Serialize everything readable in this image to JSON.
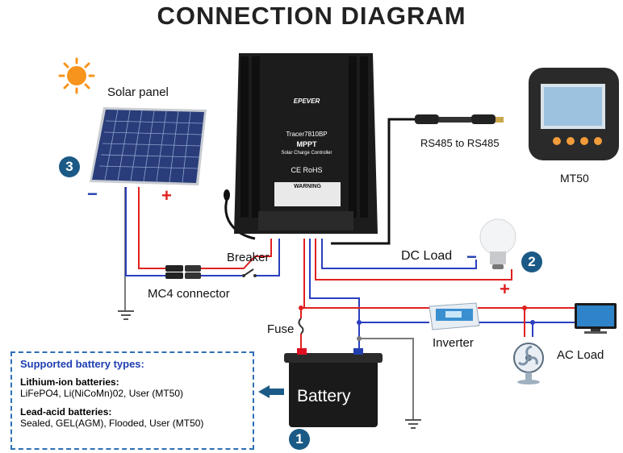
{
  "title": "CONNECTION DIAGRAM",
  "labels": {
    "solar_panel": "Solar panel",
    "rs485": "RS485 to RS485",
    "mt50": "MT50",
    "dc_load": "DC Load",
    "breaker": "Breaker",
    "mc4": "MC4 connector",
    "fuse": "Fuse",
    "inverter": "Inverter",
    "ac_load": "AC Load",
    "battery": "Battery"
  },
  "steps": [
    "1",
    "2",
    "3"
  ],
  "signs": {
    "minus": "−",
    "plus": "+"
  },
  "controller": {
    "brand": "EPEVER",
    "model": "Tracer7810BP",
    "type": "MPPT",
    "subtitle": "Solar Charge Controller",
    "certs": "CE RoHS",
    "warning": "WARNING"
  },
  "battery_info": {
    "heading": "Supported battery types:",
    "lithium_title": "Lithium-ion batteries:",
    "lithium_list": "LiFePO4, Li(NiCoMn)02, User (MT50)",
    "lead_title": "Lead-acid batteries:",
    "lead_list": "Sealed, GEL(AGM), Flooded,  User (MT50)"
  },
  "colors": {
    "positive_wire": "#e02020",
    "negative_wire": "#2a3fbf",
    "ground_wire": "#7a7a7a",
    "step_badge": "#1b5a86",
    "arrow": "#1b5a86",
    "sun": "#f7941d",
    "controller_body": "#1c1c1c",
    "battery_body": "#1a1a1a"
  },
  "icons": [
    "sun-icon",
    "solar-panel-icon",
    "controller-icon",
    "display-unit-icon",
    "bulb-icon",
    "battery-icon",
    "inverter-icon",
    "monitor-icon",
    "fan-icon",
    "ground-icon",
    "fuse-icon",
    "breaker-icon",
    "mc4-connector-icon",
    "cable-icon",
    "arrow-icon"
  ]
}
